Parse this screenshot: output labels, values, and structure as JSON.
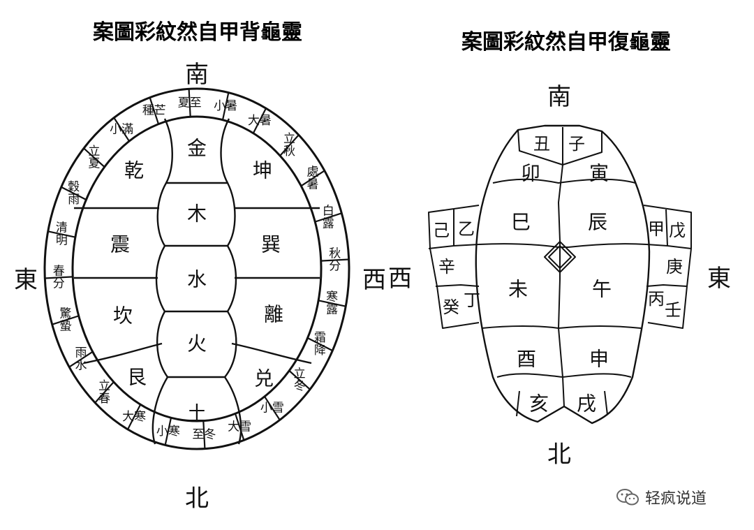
{
  "back": {
    "title": "案圖彩紋然自甲背龜靈",
    "south": "南",
    "north": "北",
    "east": "東",
    "west": "西",
    "inner": [
      {
        "t": "乾"
      },
      {
        "t": "金"
      },
      {
        "t": "坤"
      },
      {
        "t": "震"
      },
      {
        "t": "木"
      },
      {
        "t": "巽"
      },
      {
        "t": "水"
      },
      {
        "t": "坎"
      },
      {
        "t": "火"
      },
      {
        "t": "離"
      },
      {
        "t": "艮"
      },
      {
        "t": "兑"
      },
      {
        "t": "土"
      }
    ],
    "terms": [
      {
        "t": "夏至"
      },
      {
        "t": "小暑"
      },
      {
        "t": "大暑"
      },
      {
        "t": "立秋"
      },
      {
        "t": "處暑"
      },
      {
        "t": "白露"
      },
      {
        "t": "秋分"
      },
      {
        "t": "寒露"
      },
      {
        "t": "霜降"
      },
      {
        "t": "立冬"
      },
      {
        "t": "小雪"
      },
      {
        "t": "大雪"
      },
      {
        "t": "至冬"
      },
      {
        "t": "小寒"
      },
      {
        "t": "大寒"
      },
      {
        "t": "立春"
      },
      {
        "t": "雨水"
      },
      {
        "t": "驚蟄"
      },
      {
        "t": "春分"
      },
      {
        "t": "清明"
      },
      {
        "t": "穀雨"
      },
      {
        "t": "立夏"
      },
      {
        "t": "小滿"
      },
      {
        "t": "種芒"
      }
    ]
  },
  "belly": {
    "title": "案圖彩紋然自甲復龜靈",
    "south": "南",
    "north": "北",
    "east": "東",
    "west": "西",
    "cells": [
      {
        "t": "丑"
      },
      {
        "t": "子"
      },
      {
        "t": "卯"
      },
      {
        "t": "寅"
      },
      {
        "t": "巳"
      },
      {
        "t": "辰"
      },
      {
        "t": "未"
      },
      {
        "t": "午"
      },
      {
        "t": "酉"
      },
      {
        "t": "申"
      },
      {
        "t": "亥"
      },
      {
        "t": "戌"
      }
    ],
    "stems": [
      {
        "t": "己"
      },
      {
        "t": "乙"
      },
      {
        "t": "辛"
      },
      {
        "t": "癸"
      },
      {
        "t": "丁"
      },
      {
        "t": "甲"
      },
      {
        "t": "戊"
      },
      {
        "t": "庚"
      },
      {
        "t": "丙"
      },
      {
        "t": "壬"
      }
    ]
  },
  "watermark": {
    "text": "轻疯说道",
    "icon": "wechat-icon"
  }
}
